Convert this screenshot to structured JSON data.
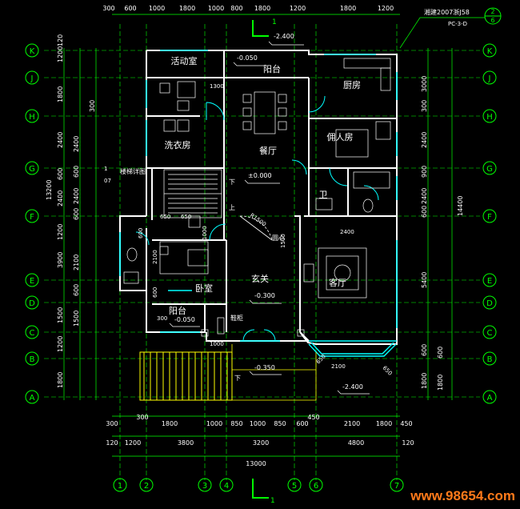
{
  "colors": {
    "bg": "#000000",
    "wall": "#ffffff",
    "dim": "#00ff00",
    "cyan": "#00ffff",
    "yellow": "#ffff00",
    "red": "#ff3030",
    "watermark": "#ff7a1a"
  },
  "plan": {
    "top_label": "1",
    "bottom_label": "1",
    "ref_note": "湘建2007浙J58",
    "ref_code": "PC-3-D",
    "ref_sheet_num": "2",
    "ref_sheet_den": "6"
  },
  "axes": {
    "rows": [
      "K",
      "J",
      "H",
      "G",
      "F",
      "E",
      "D",
      "C",
      "B",
      "A"
    ],
    "cols": [
      "1",
      "2",
      "3",
      "4",
      "5",
      "6",
      "7"
    ]
  },
  "rooms": {
    "activity": "活动室",
    "laundry": "洗衣房",
    "dining": "餐厅",
    "kitchen": "厨房",
    "servant": "佣人房",
    "bath": "卫",
    "bedroom": "卧室",
    "foyer": "玄关",
    "living": "客厅",
    "balcony_top": "阳台",
    "balcony_left": "阳台",
    "stair_note": "楼梯详图",
    "shoe": "鞋柜",
    "arc": "圆心",
    "down1": "下",
    "down2": "下",
    "up": "上"
  },
  "levels": {
    "top": "-2.400",
    "balcony": "-0.050",
    "dining": "±0.000",
    "foyer": "-0.300",
    "balcony_left": "-0.050",
    "entry": "-0.350",
    "garden": "-2.400"
  },
  "dims": {
    "top": [
      "300",
      "600",
      "1000",
      "1800",
      "1000",
      "800",
      "1800",
      "1200",
      "1800",
      "1200"
    ],
    "bottom1": [
      "300",
      "300",
      "1800",
      "1000",
      "850",
      "1000",
      "850",
      "600",
      "450",
      "2100",
      "1800",
      "450"
    ],
    "bottom2": [
      "120",
      "1200",
      "3800",
      "3200",
      "4800",
      "120"
    ],
    "total_width": "13000",
    "left_outer": [
      "120",
      "1200",
      "1800",
      "2400",
      "600",
      "2400",
      "1200",
      "3900",
      "1500",
      "1200",
      "1800"
    ],
    "left_inner": [
      "300",
      "2400",
      "600",
      "2400",
      "600",
      "2100",
      "600",
      "1500"
    ],
    "left_total": "13200",
    "right_inner": [
      "3000",
      "300",
      "2400",
      "900",
      "2400",
      "600",
      "5400",
      "600",
      "1800"
    ],
    "right_total": "14400",
    "interior": [
      "1300",
      "2400",
      "1500",
      "2100",
      "600",
      "600",
      "300",
      "1000",
      "650",
      "650"
    ],
    "stair_radius": "R1500",
    "door_1000": "1000",
    "bay_2100": "2100",
    "bay_650a": "650",
    "bay_650b": "650",
    "right_600": "600",
    "right_1800": "1800",
    "num_1": "1",
    "num_07": "07"
  },
  "watermark": "www.98654.com"
}
